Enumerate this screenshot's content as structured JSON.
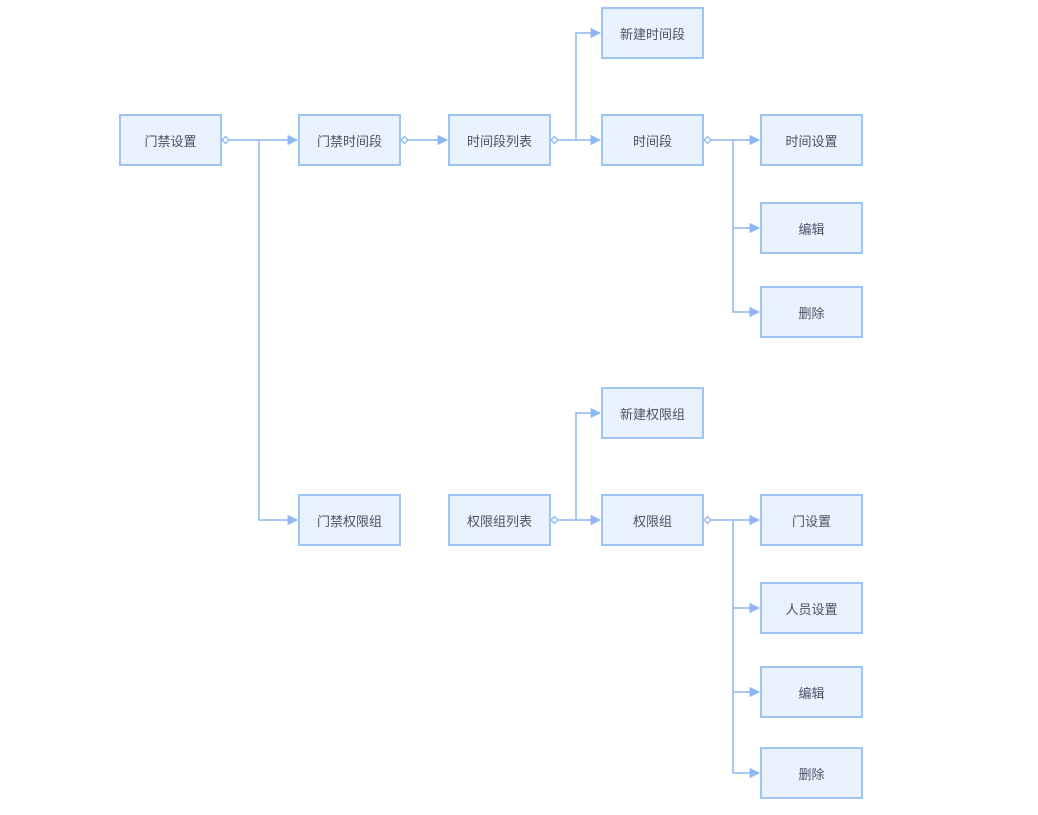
{
  "diagram": {
    "line_color": "#8fb7f5",
    "node_fill": "#eaf2fe",
    "node_border": "#9ec5f8",
    "nodes": {
      "door_access_settings": "门禁设置",
      "door_time_period": "门禁时间段",
      "time_period_list": "时间段列表",
      "new_time_period": "新建时间段",
      "time_period": "时间段",
      "time_settings": "时间设置",
      "tp_edit": "编辑",
      "tp_delete": "删除",
      "door_permission_group": "门禁权限组",
      "permission_group_list": "权限组列表",
      "new_permission_group": "新建权限组",
      "permission_group": "权限组",
      "door_settings": "门设置",
      "personnel_settings": "人员设置",
      "pg_edit": "编辑",
      "pg_delete": "删除"
    }
  }
}
